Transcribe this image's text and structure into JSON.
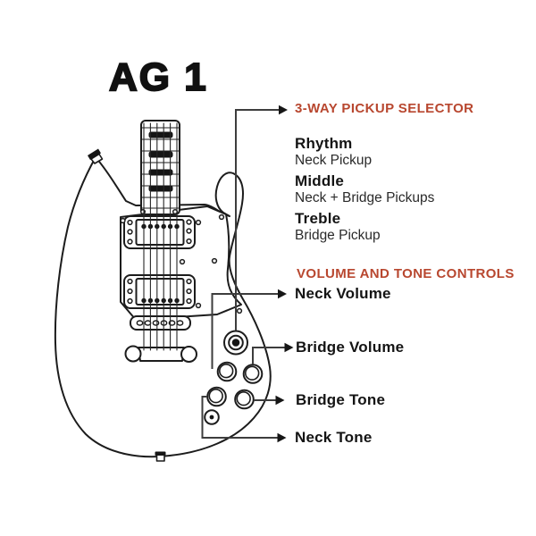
{
  "title": "AG 1",
  "selector": {
    "heading": "3-WAY PICKUP SELECTOR",
    "items": [
      {
        "label": "Rhythm",
        "desc": "Neck Pickup"
      },
      {
        "label": "Middle",
        "desc": "Neck + Bridge Pickups"
      },
      {
        "label": "Treble",
        "desc": "Bridge Pickup"
      }
    ]
  },
  "controls": {
    "heading": "VOLUME AND TONE CONTROLS",
    "items": [
      {
        "label": "Neck Volume"
      },
      {
        "label": "Bridge Volume"
      },
      {
        "label": "Bridge Tone"
      },
      {
        "label": "Neck Tone"
      }
    ]
  },
  "icons": {
    "callout_arrow": "arrow-right-icon",
    "diagram": "sg-style-electric-guitar-line-drawing"
  },
  "colors": {
    "accent": "#b8472f",
    "ink": "#1c1c1c"
  }
}
